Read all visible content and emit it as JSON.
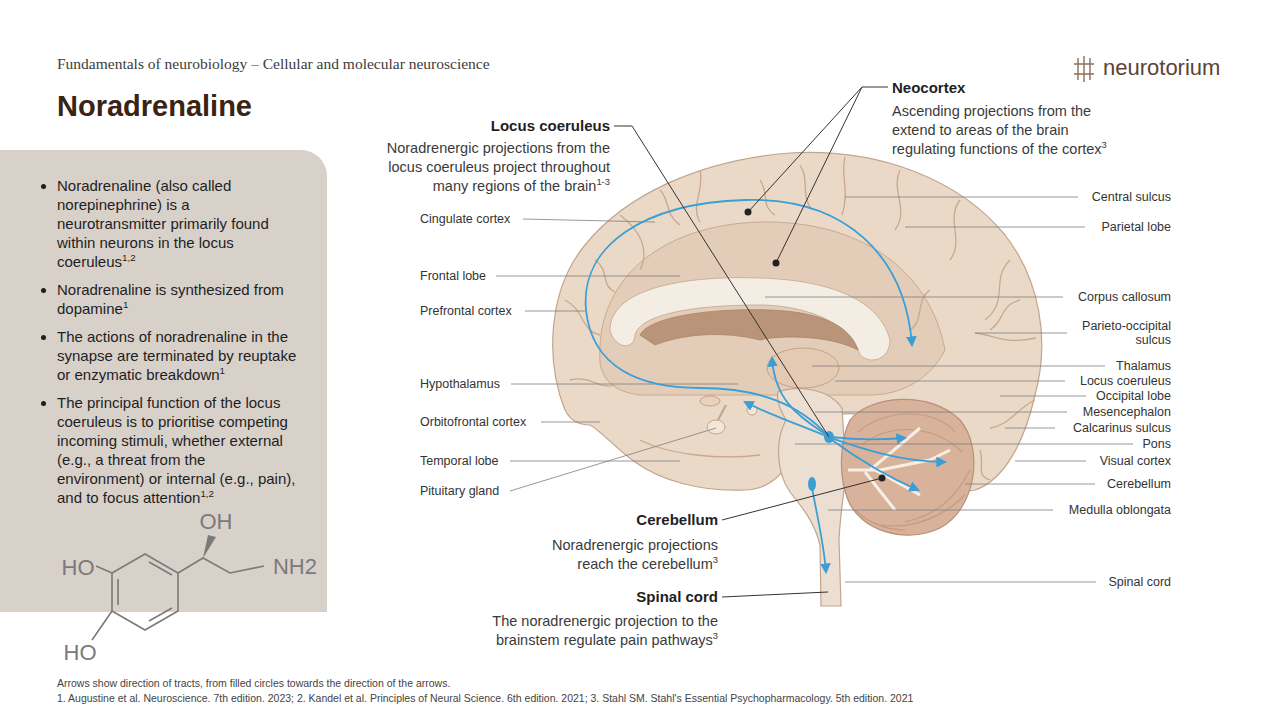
{
  "diagram": {
    "title": "Noradrenaline",
    "caption": "Arrows show direction of tracts, from filled circles towards the direction of the arrows.",
    "nodes": [
      {
        "text": [
          "Noradrenaline (also called norepinephrine) is a neurotransmitter primarily found within neurons in the locus coeruleus",
          "1,2",
          "Noradrenaline is synthesized from dopamine",
          "1",
          "The actions of noradrenaline in the synapse are terminated by reuptake or enzymatic breakdown",
          "1",
          "The principal function of the locus coeruleus is to prioritise competing incoming stimuli, whether external (e.g., a threat from the environment) or internal (e.g., pain), and to focus attention",
          "1,2"
        ]
      }
    ],
    "labels": [
      "Fundamentals of neurobiology – Cellular and molecular neuroscience",
      "neurotorium",
      "Locus coeruleus",
      "Noradrenergic projections from the locus coeruleus project throughout many regions of the brain",
      "1-3",
      "Neocortex",
      "Ascending projections from the extend to areas of the brain regulating functions of the cortex",
      "3",
      "Cingulate cortex",
      "Frontal lobe",
      "Prefrontal cortex",
      "Hypothalamus",
      "Orbitofrontal cortex",
      "Temporal lobe",
      "Pituitary gland",
      "Central sulcus",
      "Parietal lobe",
      "Corpus callosum",
      "Parieto-occipital sulcus",
      "Thalamus",
      "Locus coeruleus",
      "Occipital lobe",
      "Mesencephalon",
      "Calcarinus sulcus",
      "Pons",
      "Visual cortex",
      "Cerebellum",
      "Medulla oblongata",
      "Spinal cord",
      "Cerebellum",
      "Noradrenergic projections reach the cerebellum",
      "3",
      "Spinal cord",
      "The noradrenergic projection to the brainstem regulate pain pathways",
      "3",
      "OH",
      "HO",
      "NH2",
      "HO",
      "1. Augustine et al. Neuroscience. 7th edition. 2023; 2. Kandel et al. Principles of Neural Science. 6th edition. 2021; 3. Stahl SM. Stahl's Essential Psychopharmacology. 5th edition. 2021"
    ]
  }
}
